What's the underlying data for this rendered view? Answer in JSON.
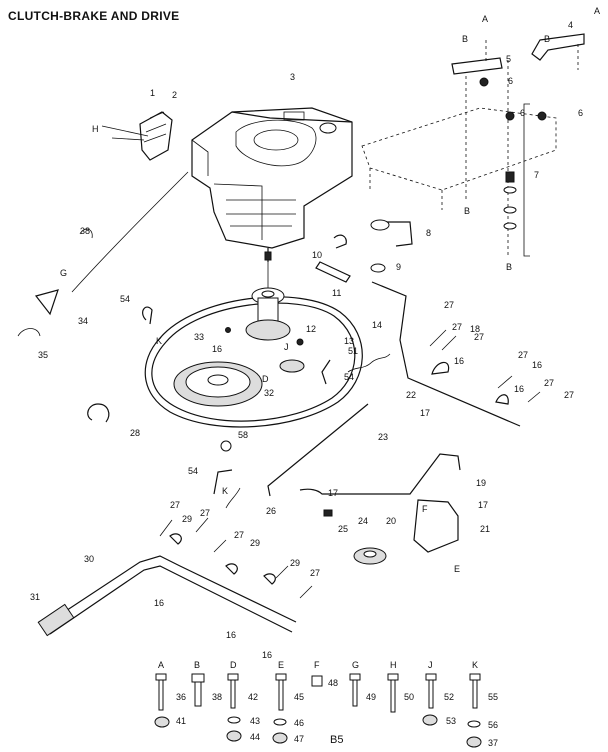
{
  "title": "CLUTCH-BRAKE AND DRIVE",
  "page_number": "B5",
  "part_callouts": [
    "1",
    "2",
    "3",
    "4",
    "5",
    "6",
    "6",
    "6",
    "7",
    "8",
    "9",
    "10",
    "11",
    "12",
    "13",
    "14",
    "16",
    "16",
    "16",
    "16",
    "16",
    "16",
    "16",
    "17",
    "17",
    "17",
    "18",
    "19",
    "20",
    "21",
    "22",
    "23",
    "24",
    "25",
    "26",
    "27",
    "27",
    "27",
    "27",
    "27",
    "27",
    "27",
    "27",
    "27",
    "27",
    "28",
    "29",
    "29",
    "29",
    "30",
    "31",
    "32",
    "33",
    "34",
    "35",
    "38",
    "51",
    "54",
    "54",
    "54",
    "58"
  ],
  "letter_refs": [
    "A",
    "A",
    "B",
    "B",
    "B",
    "B",
    "D",
    "E",
    "F",
    "G",
    "H",
    "J",
    "K",
    "K"
  ],
  "hardware_legend": [
    {
      "letter": "A",
      "top": "36",
      "bottom": "41"
    },
    {
      "letter": "B",
      "top": "38",
      "bottom": ""
    },
    {
      "letter": "D",
      "top": "42",
      "bottom": "43"
    },
    {
      "letter": "",
      "top": "",
      "bottom": "44"
    },
    {
      "letter": "E",
      "top": "45",
      "bottom": "46"
    },
    {
      "letter": "",
      "top": "",
      "bottom": "47"
    },
    {
      "letter": "F",
      "top": "48",
      "bottom": ""
    },
    {
      "letter": "G",
      "top": "49",
      "bottom": ""
    },
    {
      "letter": "H",
      "top": "50",
      "bottom": ""
    },
    {
      "letter": "J",
      "top": "52",
      "bottom": "53"
    },
    {
      "letter": "K",
      "top": "55",
      "bottom": "56"
    },
    {
      "letter": "",
      "top": "",
      "bottom": "37"
    }
  ]
}
